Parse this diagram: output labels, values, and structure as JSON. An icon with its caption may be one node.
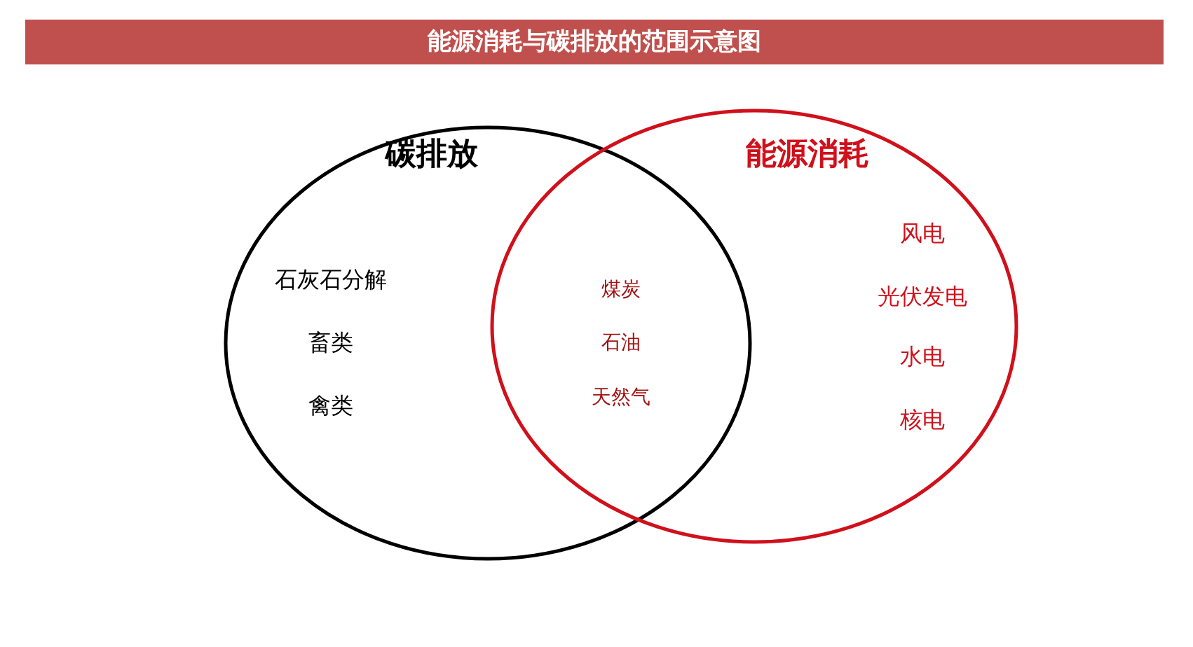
{
  "diagram": {
    "title": "能源消耗与碳排放的范围示意图",
    "nodes": [
      {
        "text": [
          "碳排放"
        ]
      },
      {
        "text": [
          "能源消耗"
        ]
      }
    ],
    "edges": [],
    "labels": [
      "石灰石分解",
      "畜类",
      "禽类",
      "煤炭",
      "石油",
      "天然气",
      "风电",
      "光伏发电",
      "水电",
      "核电"
    ]
  }
}
